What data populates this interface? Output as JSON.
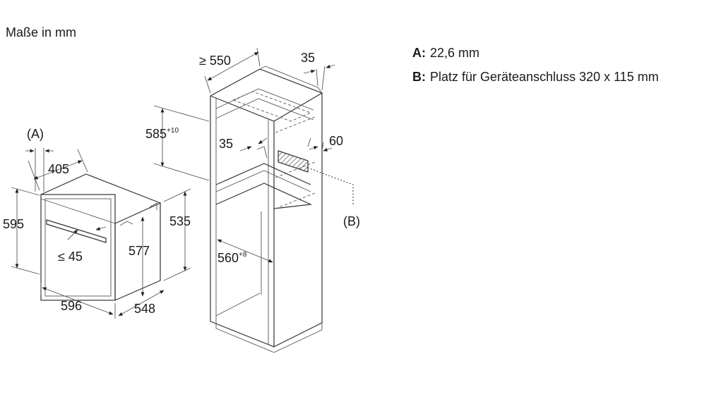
{
  "caption": "Maße in mm",
  "legend": [
    {
      "key": "A:",
      "text": "22,6 mm"
    },
    {
      "key": "B:",
      "text": "Platz für Geräteanschluss 320 x 115 mm"
    }
  ],
  "oven_dims": {
    "a_label": "(A)",
    "depth_405": "405",
    "height_595": "595",
    "handle_45": "≤ 45",
    "inner_577": "577",
    "height_535": "535",
    "width_596": "596",
    "depth_548": "548"
  },
  "cabinet_dims": {
    "depth_550": "≥ 550",
    "offset_35_top": "35",
    "niche_585": "585",
    "niche_585_tol": "+10",
    "offset_35_mid": "35",
    "depth_60": "60",
    "width_560": "560",
    "width_560_tol": "+8",
    "b_label": "(B)"
  }
}
